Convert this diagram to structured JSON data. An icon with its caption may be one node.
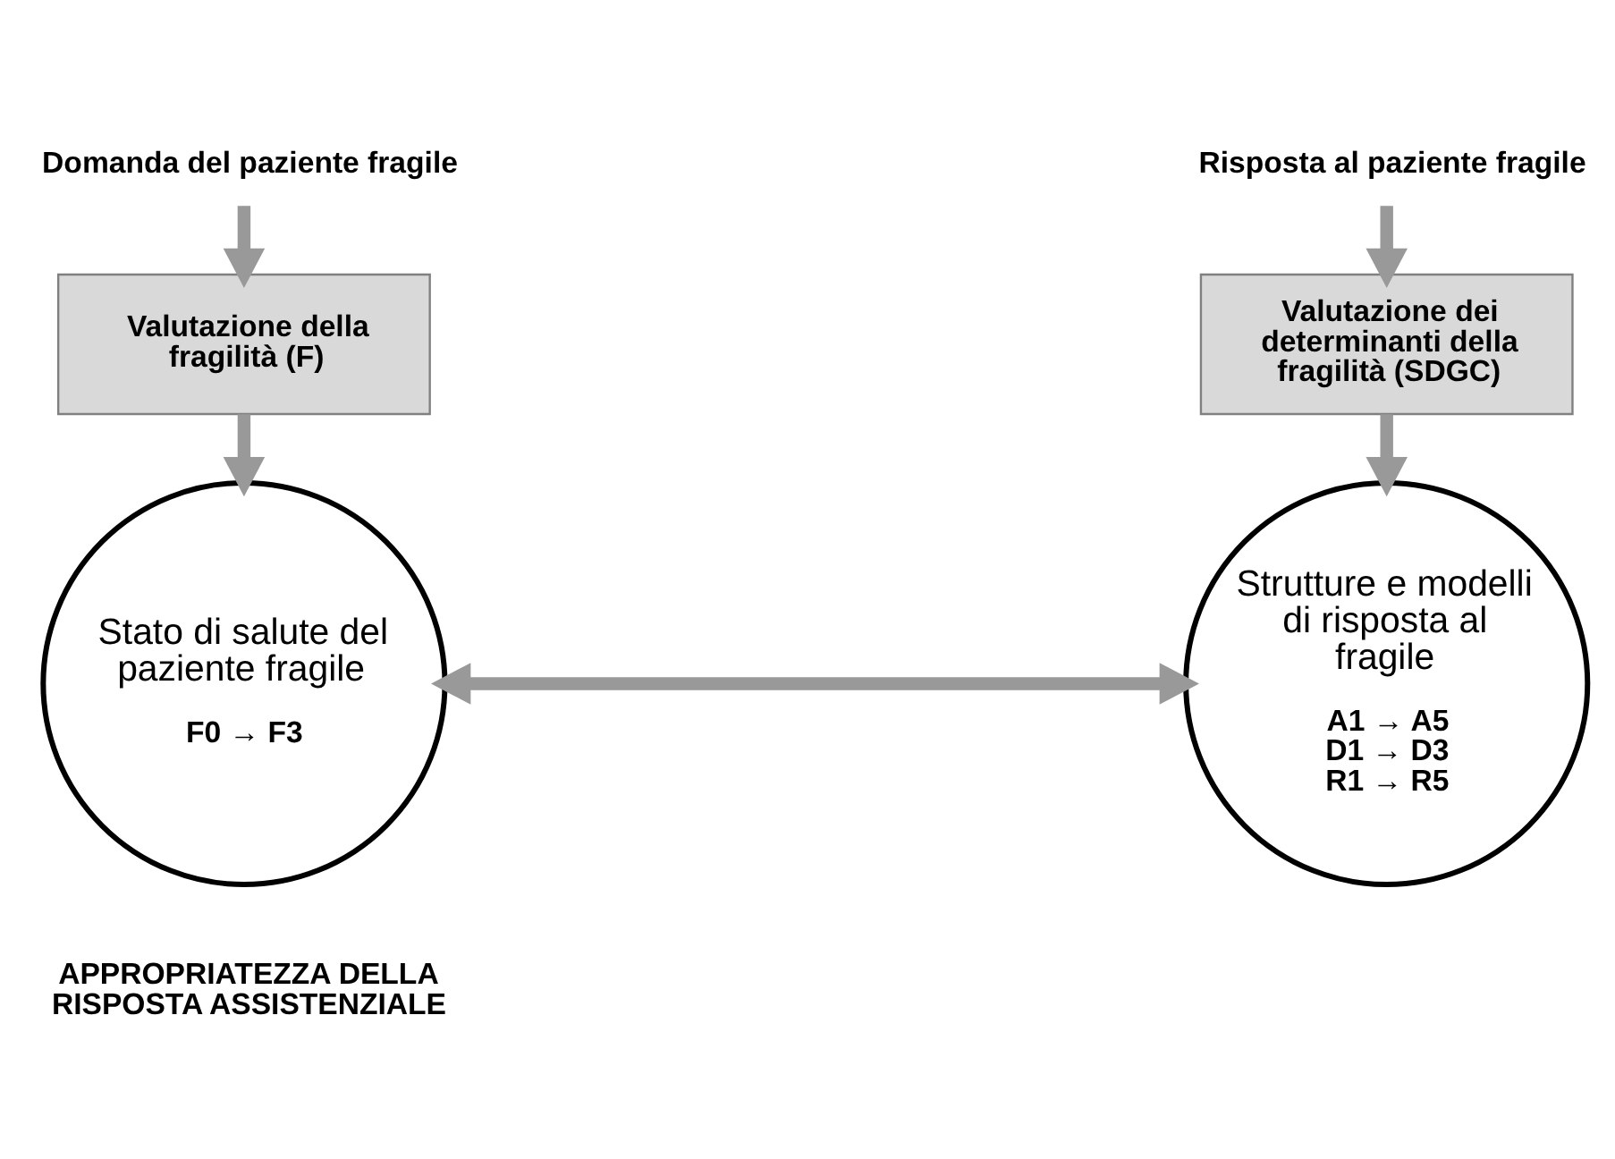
{
  "diagram": {
    "nodes": [
      {
        "text": [
          "Domanda del paziente fragile"
        ]
      },
      {
        "text": [
          "Valutazione della fragilità (F)"
        ]
      },
      {
        "text": [
          "Stato di salute del paziente fragile",
          "F0 → F3"
        ]
      },
      {
        "text": [
          "Risposta al paziente fragile"
        ]
      },
      {
        "text": [
          "Valutazione dei determinanti della fragilità (SDGC)"
        ]
      },
      {
        "text": [
          "Strutture e modelli di risposta al fragile",
          "A1 → A5",
          "D1 → D3",
          "R1 → R5"
        ]
      }
    ],
    "edges": [
      {
        "from": 0,
        "to": 1,
        "arrow": "to"
      },
      {
        "from": 1,
        "to": 2,
        "arrow": "to"
      },
      {
        "from": 3,
        "to": 4,
        "arrow": "to"
      },
      {
        "from": 4,
        "to": 5,
        "arrow": "to"
      },
      {
        "from": 2,
        "to": 5,
        "arrow": "both"
      }
    ],
    "labels": [
      "APPROPRIATEZZA DELLA RISPOSTA ASSISTENZIALE"
    ]
  }
}
